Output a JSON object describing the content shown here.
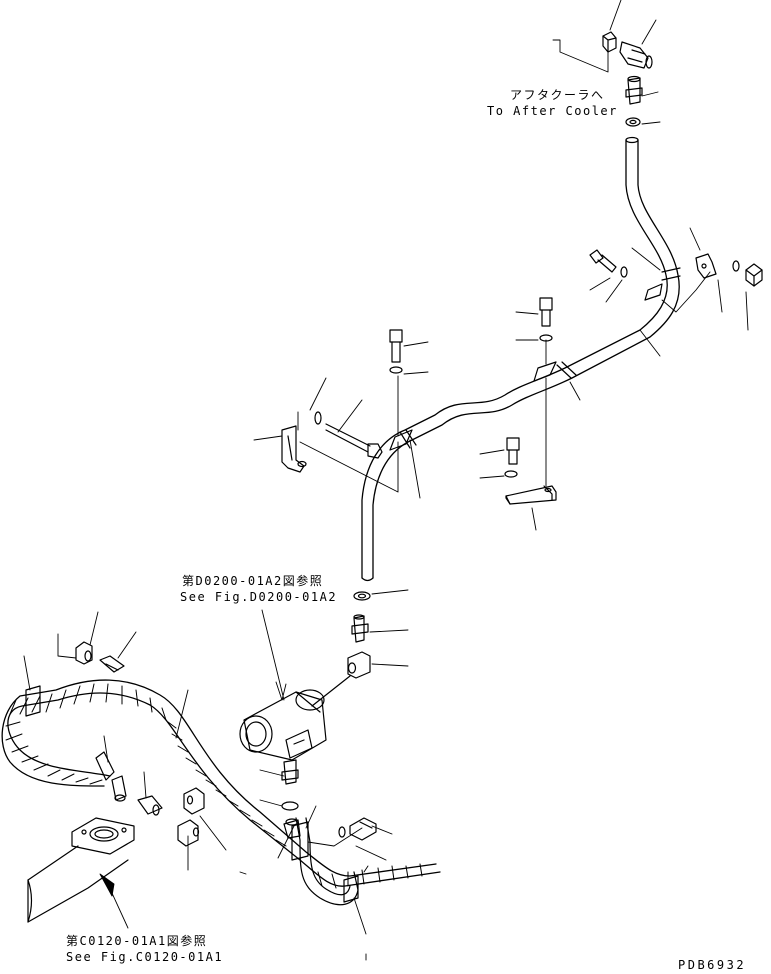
{
  "labels": {
    "to_cooler_jp": "アフタクーラへ",
    "to_cooler_en": "To After Cooler",
    "ref_d0200_jp": "第D0200-01A2図参照",
    "ref_d0200_en": "See Fig.D0200-01A2",
    "ref_c0120_jp": "第C0120-01A1図参照",
    "ref_c0120_en": "See Fig.C0120-01A1",
    "drawing_number": "PDB6932"
  }
}
